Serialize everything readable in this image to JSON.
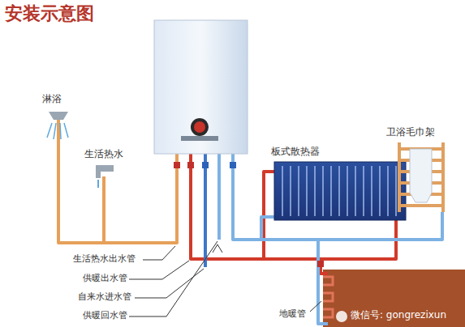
{
  "diagram": {
    "title": "安装示意图",
    "labels": [
      "淋浴",
      "生活热水",
      "板式散热器",
      "卫浴毛巾架",
      "生活热水出水管",
      "供暖出水管",
      "自来水进水管",
      "供暖回水管",
      "地暖管",
      "微信号: gongrezixun"
    ]
  }
}
